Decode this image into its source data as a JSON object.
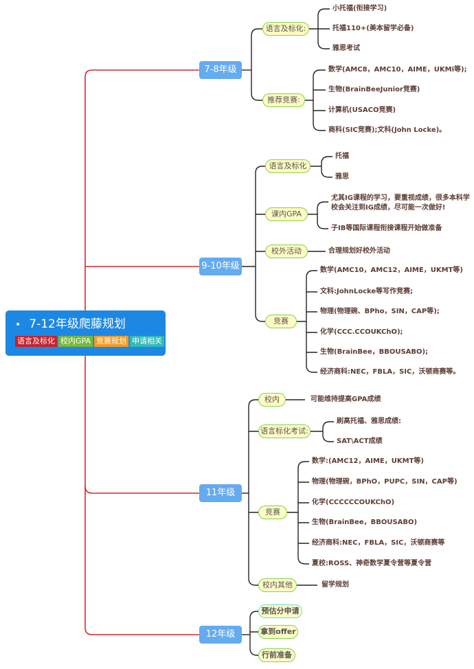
{
  "root": {
    "title": "7-12年级爬藤规划",
    "tags": [
      {
        "label": "语言及标化",
        "color": "#c7212c"
      },
      {
        "label": "校内GPA",
        "color": "#78b83c"
      },
      {
        "label": "竞赛规划",
        "color": "#f29b23"
      },
      {
        "label": "申请相关",
        "color": "#34b9b6"
      }
    ]
  },
  "grades": [
    {
      "label": "7-8年级",
      "cats": [
        {
          "label": "语言及标化:",
          "leaves": [
            "小托福(衔接学习)",
            "托福110+(美本留学必备)",
            "雅思考试"
          ]
        },
        {
          "label": "推荐竞赛:",
          "leaves": [
            "数学(AMC8，AMC10，AIME，UKMi等);",
            "生物(BrainBeeJunior竞赛)",
            "计算机(USACO竞赛)",
            "商科(SIC竞赛);文科(John Locke)。"
          ]
        }
      ]
    },
    {
      "label": "9-10年级",
      "cats": [
        {
          "label": "语言及标化",
          "leaves": [
            "托福",
            "雅思"
          ]
        },
        {
          "label": "课内GPA",
          "leaves": [
            "尤其IG课程的学习，要重视成绩，很多本科学",
            "校会关注到IG成绩，尽可能一次做好!",
            "子IB等国际课程衔接课程开始做准备"
          ]
        },
        {
          "label": "校外活动",
          "leaves": [
            "合理规划好校外活动"
          ]
        },
        {
          "label": "竞赛",
          "leaves": [
            "数学(AMC10，AMC12，AIME，UKMT等)",
            "文科:JohnLocke等写作竞赛;",
            "物理(物理碗、BPho，SIN，CAP等);",
            "化学(CCC.CCOUKChO);",
            "生物(BrainBee，BBOUSABO);",
            "经济商科:NEC，FBLA，SIC，沃顿商赛等。"
          ]
        }
      ]
    },
    {
      "label": "11年级",
      "cats": [
        {
          "label": "校内",
          "leaves": [
            "可能维持提高GPA成绩"
          ]
        },
        {
          "label": "语言标化考试:",
          "leaves": [
            "刷高托福、雅思成绩:",
            "SAT\\ACT成绩"
          ]
        },
        {
          "label": "竞赛",
          "leaves": [
            "数学:(AMC12，AIME，UKMT等)",
            "物理(物理碗，BPhO，PUPC，SIN，CAP等)",
            "化学(CCCCCCOUKChO)",
            "生物(BrainBee，BBOUSABO)",
            "经济商科:NEC，FBLA，SIC，沃顿商赛等",
            "夏校:ROSS、神奇数学夏令营等夏令营"
          ]
        },
        {
          "label": "校内其他",
          "leaves": [
            "留学规划"
          ]
        }
      ]
    },
    {
      "label": "12年级",
      "cats": [
        {
          "label": "预估分申请",
          "leaves": []
        },
        {
          "label": "拿到offer",
          "leaves": []
        },
        {
          "label": "行前准备",
          "leaves": []
        }
      ]
    }
  ],
  "colors": {
    "root": "#1c88e3",
    "grade": "#64abf0",
    "main_line": "#d8262e",
    "branch_line": "#222222",
    "cat_fill": "#fffbc4",
    "cat_border": "#7fd34c",
    "cat_border_alt": "#66e0dc",
    "leaf_text": "#5c3d33"
  }
}
